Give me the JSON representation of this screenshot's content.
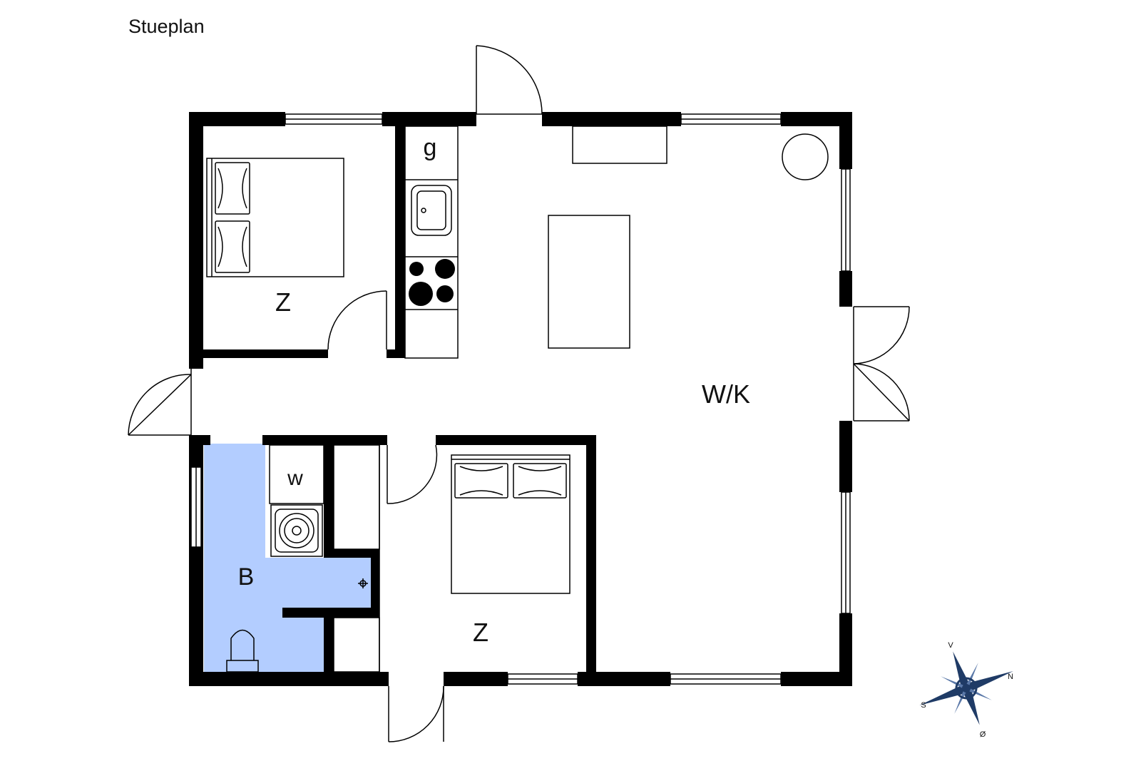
{
  "plan": {
    "title": "Stueplan",
    "bathroom_fill": "#b3cdff",
    "wall_color": "#000000"
  },
  "rooms": {
    "bedroom_north": "Z",
    "utility": "g",
    "living_kitchen": "W/K",
    "bathroom": "B",
    "washer": "w",
    "bedroom_south": "Z"
  },
  "compass": {
    "n": "N",
    "s": "S",
    "v": "V",
    "o": "Ø"
  }
}
